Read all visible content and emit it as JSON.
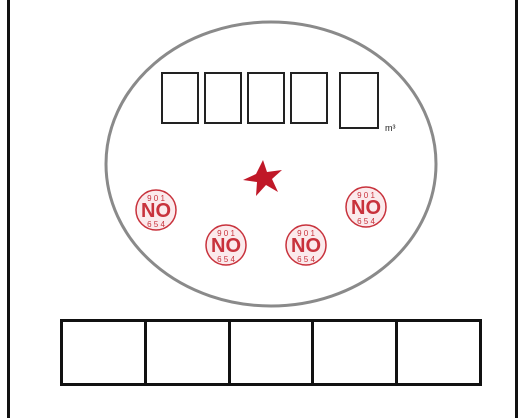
{
  "meter": {
    "unit": "m³",
    "digit_windows": 5,
    "dial_label": "NO",
    "dial_digits_top": "9 0 1",
    "dial_digits_bottom": "6 5 4",
    "dial_count": 4
  },
  "answer_boxes": 5,
  "colors": {
    "dial": "#c8323c",
    "star": "#c01828",
    "ring": "#8a8a8a",
    "line": "#111111"
  }
}
